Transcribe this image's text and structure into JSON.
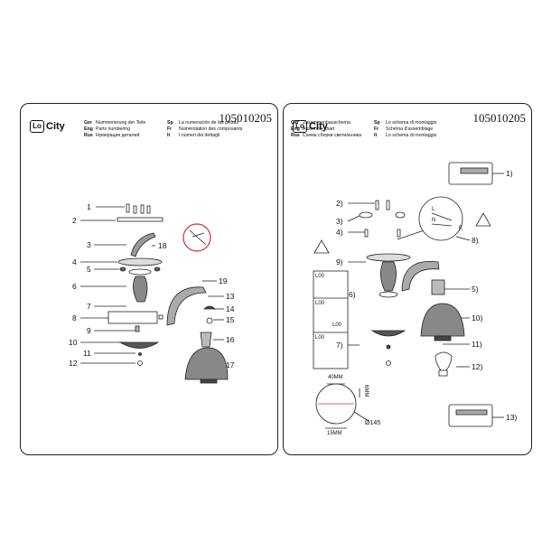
{
  "code": "105010205",
  "logo": {
    "mark": "Lo",
    "text": "City"
  },
  "left_page": {
    "langs": [
      [
        "Ger",
        "Nummerierung der Teile",
        "Sp",
        "La numeración de las piezas"
      ],
      [
        "Eng",
        "Parts numbering",
        "Fr",
        "Numérotation des composants"
      ],
      [
        "Rus",
        "Нумерация деталей",
        "It",
        "I numeri dei dettagli"
      ]
    ],
    "parts": [
      "1",
      "2",
      "3",
      "4",
      "5",
      "6",
      "7",
      "8",
      "9",
      "10",
      "11",
      "12",
      "13",
      "14",
      "15",
      "16",
      "17",
      "18",
      "19"
    ]
  },
  "right_page": {
    "langs": [
      [
        "Ger",
        "Zusammenbauschema",
        "Sp",
        "Lo schema di montaggio"
      ],
      [
        "Eng",
        "Assembly chart",
        "Fr",
        "Schéma d'assemblage"
      ],
      [
        "Rus",
        "Схема сборки светильника",
        "It",
        "Lo schema di montaggio"
      ]
    ],
    "steps": [
      "1)",
      "2)",
      "3)",
      "4)",
      "5)",
      "6)",
      "7)",
      "8)",
      "9)",
      "10)",
      "11)",
      "12)",
      "13)"
    ],
    "wires": {
      "l": "L",
      "n": "N",
      "e": "E"
    },
    "loo": "L00",
    "dims": {
      "w40": "40MM",
      "h6": "6MM",
      "dia": "Ø145",
      "w15": "15MM"
    }
  }
}
